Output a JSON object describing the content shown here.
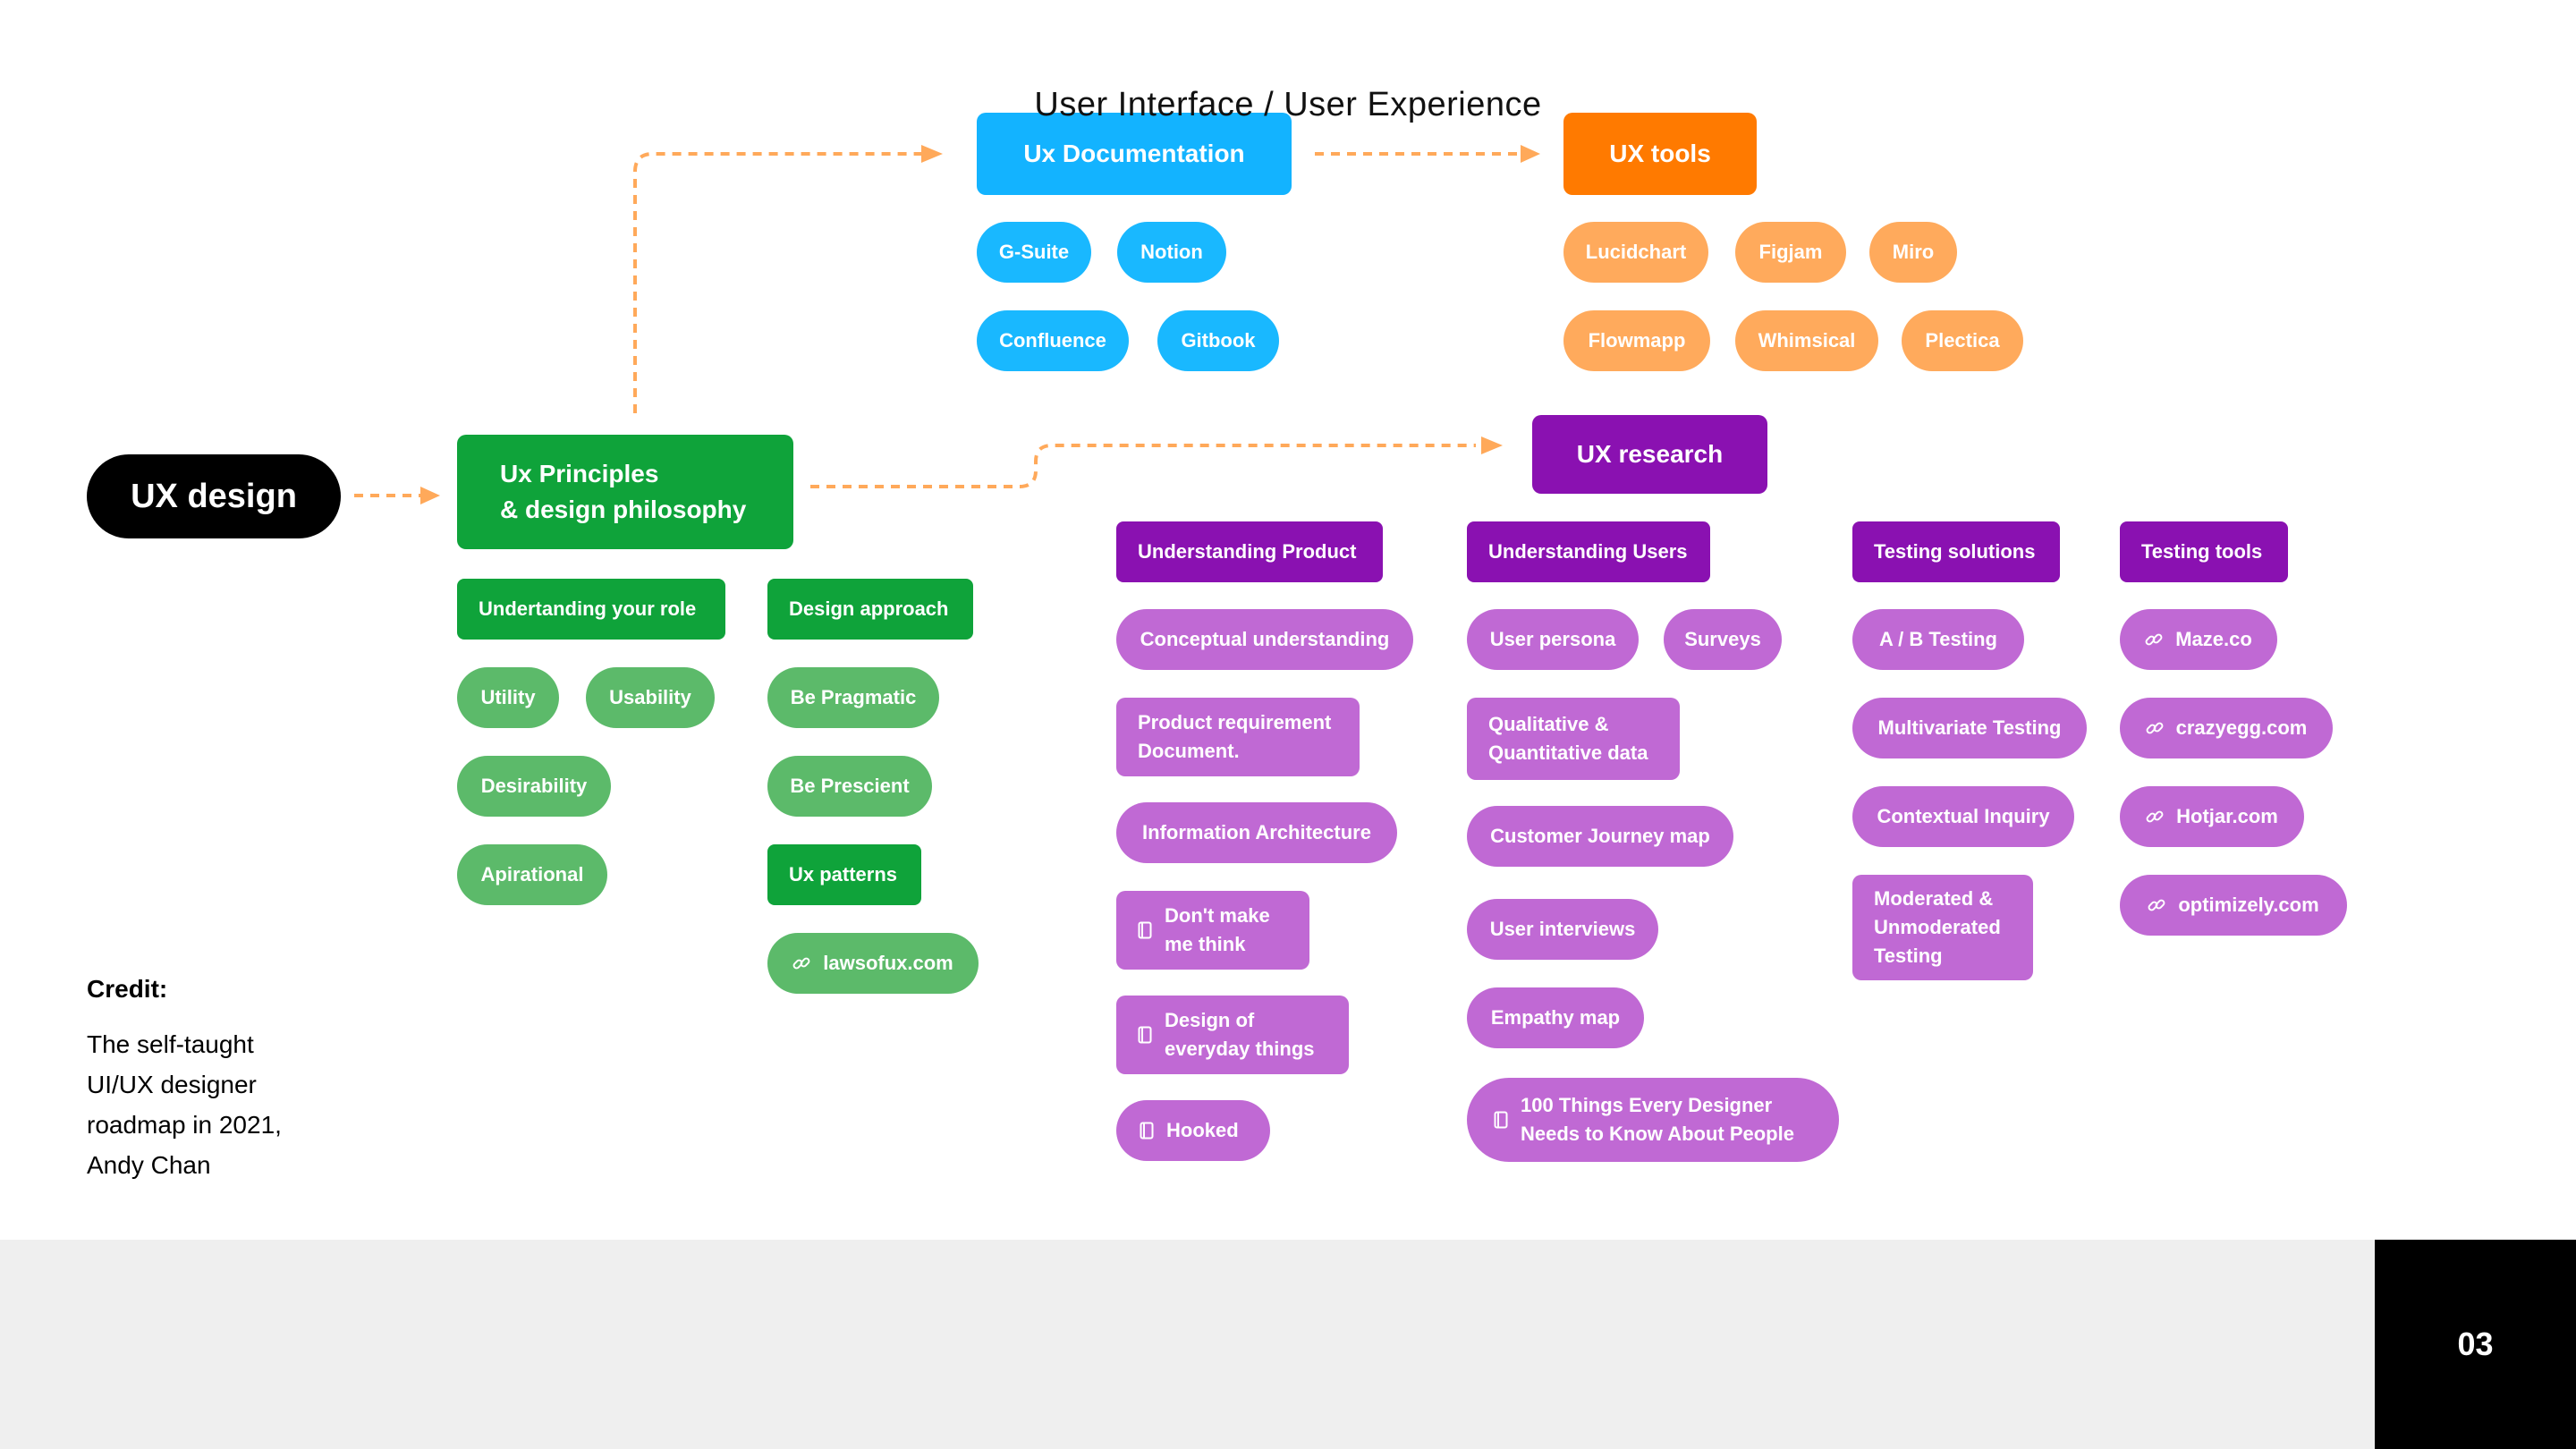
{
  "colors": {
    "green_dark": "#0fa33a",
    "green_light": "#5cba6a",
    "blue": "#13b3ff",
    "orange_dark": "#ff7a00",
    "orange_light": "#ffaa5c",
    "purple_dark": "#8a11b1",
    "purple_light": "#c069d4",
    "connector": "#ffa95a",
    "root": "#000000"
  },
  "root": {
    "label": "UX design"
  },
  "principles": {
    "title_line1": "Ux Principles",
    "title_line2": "& design philosophy",
    "role_header": "Undertanding your role",
    "approach_header": "Design approach",
    "utility": "Utility",
    "usability": "Usability",
    "desirability": "Desirability",
    "apirational": "Apirational",
    "pragmatic": "Be Pragmatic",
    "prescient": "Be Prescient",
    "patterns": "Ux patterns",
    "laws_link": "lawsofux.com"
  },
  "documentation": {
    "title": "Ux Documentation",
    "items": [
      "G-Suite",
      "Notion",
      "Confluence",
      "Gitbook"
    ]
  },
  "tools": {
    "title": "UX tools",
    "items": [
      "Lucidchart",
      "Figjam",
      "Miro",
      "Flowmapp",
      "Whimsical",
      "Plectica"
    ]
  },
  "research": {
    "title": "UX research",
    "product": {
      "header": "Understanding Product",
      "conceptual": "Conceptual understanding",
      "prd_line1": "Product requirement",
      "prd_line2": "Document.",
      "ia": "Information Architecture",
      "book1_line1": "Don't make",
      "book1_line2": "me think",
      "book2_line1": "Design of",
      "book2_line2": "everyday things",
      "book3": "Hooked"
    },
    "users": {
      "header": "Understanding Users",
      "persona": "User persona",
      "surveys": "Surveys",
      "qual_line1": "Qualitative &",
      "qual_line2": "Quantitative data",
      "journey": "Customer Journey map",
      "interviews": "User interviews",
      "empathy": "Empathy map",
      "book_line1": "100 Things Every Designer",
      "book_line2": "Needs to Know About People"
    },
    "testing_solutions": {
      "header": "Testing solutions",
      "ab": "A / B Testing",
      "multivariate": "Multivariate Testing",
      "contextual": "Contextual Inquiry",
      "moderated_line1": "Moderated &",
      "moderated_line2": "Unmoderated",
      "moderated_line3": "Testing"
    },
    "testing_tools": {
      "header": "Testing tools",
      "links": [
        "Maze.co",
        "crazyegg.com",
        "Hotjar.com",
        "optimizely.com"
      ]
    }
  },
  "icons": {
    "link": "link-icon",
    "book": "book-icon"
  },
  "credit": {
    "title": "Credit:",
    "line1": "The self-taught",
    "line2": "UI/UX designer",
    "line3": "roadmap in 2021,",
    "line4": "Andy Chan"
  },
  "footer": {
    "title": "User Interface / User Experience",
    "page": "03"
  }
}
